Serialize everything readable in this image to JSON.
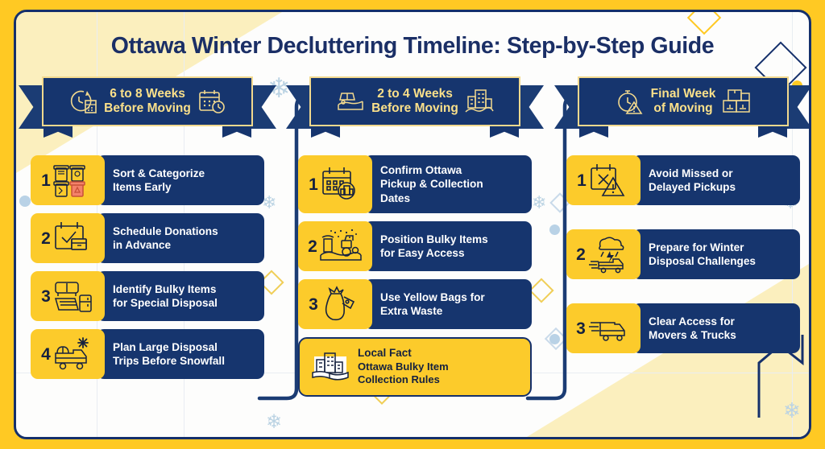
{
  "theme": {
    "yellow": "#FFC923",
    "card_yellow": "#FCCB2B",
    "navy": "#16356E",
    "navy_dark": "#15306B",
    "banner_text": "#FAE08A",
    "pale_yellow": "#FBEFBE",
    "white": "#FFFFFF",
    "snowflake": "#BBD3E3"
  },
  "page_title": "Ottawa Winter Decluttering Timeline: Step-by-Step Guide",
  "columns": [
    {
      "id": "phase-1",
      "banner": {
        "label": "6 to 8 Weeks\nBefore Moving",
        "left_icon": "clock-calendar-icon",
        "right_icon": "calendar-clock-icon"
      },
      "steps": [
        {
          "number": "1",
          "icon": "recycling-bins-icon",
          "label": "Sort & Categorize\nItems Early"
        },
        {
          "number": "2",
          "icon": "calendar-check-box-icon",
          "label": "Schedule Donations\nin Advance"
        },
        {
          "number": "3",
          "icon": "sofa-fridge-mattress-icon",
          "label": "Identify Bulky Items\nfor Special Disposal"
        },
        {
          "number": "4",
          "icon": "truck-snowflake-icon",
          "label": "Plan Large Disposal\nTrips Before Snowfall"
        }
      ],
      "fact": null
    },
    {
      "id": "phase-2",
      "banner": {
        "label": "2 to 4 Weeks\nBefore Moving",
        "left_icon": "snowplow-icon",
        "right_icon": "city-buildings-snow-icon"
      },
      "steps": [
        {
          "number": "1",
          "icon": "calendar-city-icon",
          "label": "Confirm Ottawa\nPickup & Collection\nDates"
        },
        {
          "number": "2",
          "icon": "snowplow-tractor-icon",
          "label": "Position Bulky Items\nfor Easy Access"
        },
        {
          "number": "3",
          "icon": "garbage-bag-tag-icon",
          "label": "Use Yellow Bags for\nExtra Waste"
        }
      ],
      "fact": {
        "icon": "city-book-icon",
        "title": "Local Fact",
        "subtitle": "Ottawa Bulky Item\nCollection Rules"
      }
    },
    {
      "id": "phase-3",
      "banner": {
        "label": "Final Week\nof Moving",
        "left_icon": "stopwatch-warning-icon",
        "right_icon": "stacked-boxes-icon"
      },
      "steps": [
        {
          "number": "1",
          "icon": "calendar-x-warning-icon",
          "label": "Avoid Missed or\nDelayed Pickups"
        },
        {
          "number": "2",
          "icon": "storm-cloud-truck-icon",
          "label": "Prepare for Winter\nDisposal Challenges"
        },
        {
          "number": "3",
          "icon": "moving-truck-icon",
          "label": "Clear Access for\nMovers & Trucks"
        }
      ],
      "fact": null
    }
  ],
  "connectors": [
    {
      "id": "connector-1-to-2",
      "from": "phase-1",
      "to": "phase-2"
    },
    {
      "id": "connector-2-to-3",
      "from": "phase-2",
      "to": "phase-3"
    }
  ],
  "decorations": {
    "snowflakes": 8,
    "diamonds": 5,
    "dots": 4
  }
}
